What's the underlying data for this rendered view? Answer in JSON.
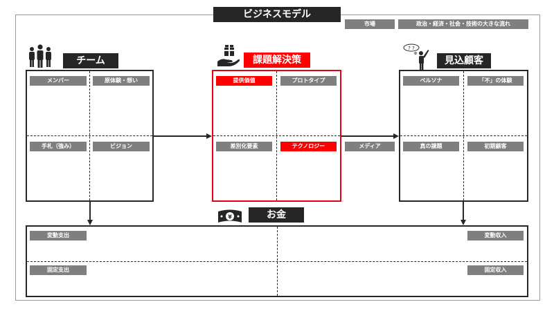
{
  "title": "ビジネスモデル",
  "market": {
    "label": "市場",
    "value": "政治・経済・社会・技術の大きな流れ"
  },
  "team": {
    "label": "チーム",
    "cells": [
      "メンバー",
      "原体験・想い",
      "手札（強み）",
      "ビジョン"
    ]
  },
  "solution": {
    "label": "課題解決策",
    "cells": [
      "提供価値",
      "プロトタイプ",
      "差別化要素",
      "テクノロジー"
    ]
  },
  "media": {
    "label": "メディア"
  },
  "customer": {
    "label": "見込顧客",
    "cells": [
      "ペルソナ",
      "「不」の体験",
      "真の課題",
      "初期顧客"
    ]
  },
  "money": {
    "label": "お金",
    "cells": [
      "変動支出",
      "変動収入",
      "固定支出",
      "固定収入"
    ]
  },
  "colors": {
    "dark": "#262626",
    "gray": "#7f7f7f",
    "red": "#ff0000",
    "border_red": "#e60012"
  },
  "icons": [
    "people-icon",
    "gift-hand-icon",
    "thinking-person-icon",
    "money-icon",
    "arrow-icon"
  ]
}
